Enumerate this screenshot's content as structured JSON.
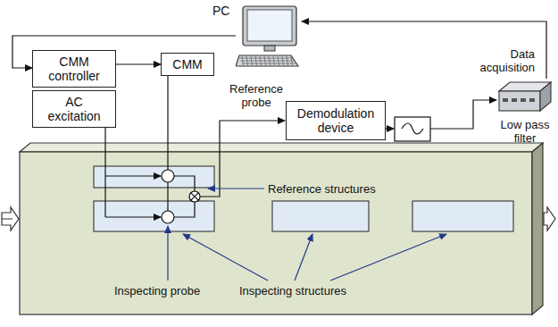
{
  "diagram": {
    "nodes": [
      {
        "text": [
          "PC"
        ]
      },
      {
        "text": [
          "CMM controller"
        ]
      },
      {
        "text": [
          "CMM"
        ]
      },
      {
        "text": [
          "AC excitation"
        ]
      },
      {
        "text": [
          "Demodulation device"
        ]
      },
      {
        "text": [
          "Data acquisition"
        ]
      }
    ],
    "edges": [
      {
        "from": 0,
        "to": 1,
        "arrow": "to"
      },
      {
        "from": 1,
        "to": 2,
        "arrow": "to"
      },
      {
        "from": 5,
        "to": 0,
        "arrow": "to"
      }
    ],
    "labels": [
      "Reference probe",
      "Reference structures",
      "Inspecting probe",
      "Inspecting structures",
      "Low pass filter"
    ]
  }
}
